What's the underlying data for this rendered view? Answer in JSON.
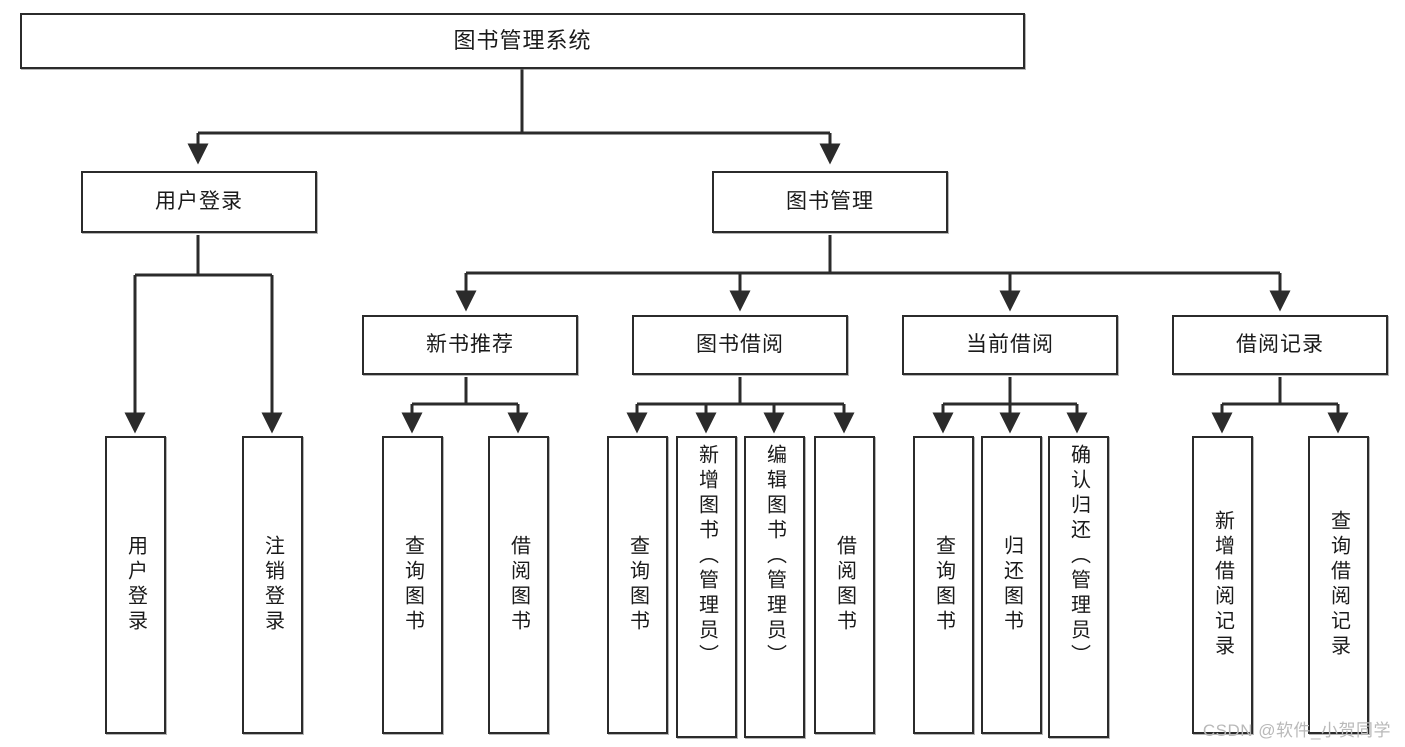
{
  "diagram": {
    "title": "图书管理系统",
    "type": "tree",
    "watermark": "CSDN @软件_小贺同学",
    "colors": {
      "background": "#ffffff",
      "node_border": "#2b2b2b",
      "node_fill": "#ffffff",
      "edge": "#2b2b2b",
      "text": "#1a1a1a",
      "watermark": "#b9b9b9"
    },
    "nodes": {
      "root": {
        "label": "图书管理系统"
      },
      "level2": [
        {
          "id": "user-login",
          "label": "用户登录"
        },
        {
          "id": "book-management",
          "label": "图书管理"
        }
      ],
      "level3": [
        {
          "id": "new-book-recommend",
          "label": "新书推荐"
        },
        {
          "id": "book-borrow",
          "label": "图书借阅"
        },
        {
          "id": "current-borrow",
          "label": "当前借阅"
        },
        {
          "id": "borrow-record",
          "label": "借阅记录"
        }
      ],
      "leaves": {
        "user_login": [
          {
            "id": "leaf-user-login",
            "label": "用户登录"
          },
          {
            "id": "leaf-logout-login",
            "label": "注销登录"
          }
        ],
        "new_book_recommend": [
          {
            "id": "leaf-query-book-1",
            "label": "查询图书"
          },
          {
            "id": "leaf-borrow-book-1",
            "label": "借阅图书"
          }
        ],
        "book_borrow": [
          {
            "id": "leaf-query-book-2",
            "label": "查询图书"
          },
          {
            "id": "leaf-add-book-admin",
            "label": "新增图书（管理员）"
          },
          {
            "id": "leaf-edit-book-admin",
            "label": "编辑图书（管理员）"
          },
          {
            "id": "leaf-borrow-book-2",
            "label": "借阅图书"
          }
        ],
        "current_borrow": [
          {
            "id": "leaf-query-book-3",
            "label": "查询图书"
          },
          {
            "id": "leaf-return-book",
            "label": "归还图书"
          },
          {
            "id": "leaf-confirm-return-admin",
            "label": "确认归还（管理员）"
          }
        ],
        "borrow_record": [
          {
            "id": "leaf-add-borrow-record",
            "label": "新增借阅记录"
          },
          {
            "id": "leaf-query-borrow-record",
            "label": "查询借阅记录"
          }
        ]
      }
    }
  }
}
